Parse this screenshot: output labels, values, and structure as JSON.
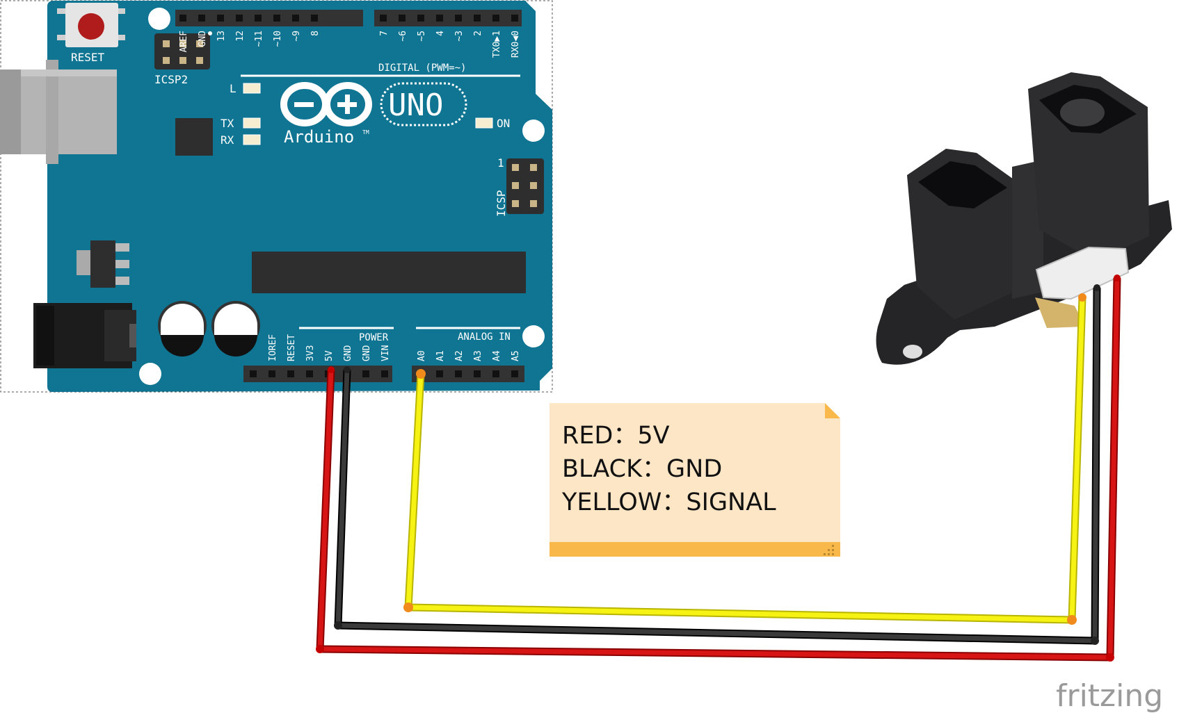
{
  "board": {
    "name": "Arduino",
    "trademark": "TM",
    "model": "UNO",
    "reset_label": "RESET",
    "icsp2_label": "ICSP2",
    "icsp_label": "ICSP",
    "icsp_pin1": "1",
    "digital_label": "DIGITAL (PWM=~)",
    "power_label": "POWER",
    "analog_label": "ANALOG IN",
    "led_l": "L",
    "led_tx": "TX",
    "led_rx": "RX",
    "led_on": "ON",
    "digital_pins_left": [
      "AREF",
      "GND",
      "13",
      "12",
      "~11",
      "~10",
      "~9",
      "8"
    ],
    "digital_pins_right": [
      "7",
      "~6",
      "~5",
      "4",
      "~3",
      "2",
      "TX0▶1",
      "RX0◀0"
    ],
    "power_pins": [
      "",
      "IOREF",
      "RESET",
      "3V3",
      "5V",
      "GND",
      "GND",
      "VIN"
    ],
    "analog_pins": [
      "A0",
      "A1",
      "A2",
      "A3",
      "A4",
      "A5"
    ]
  },
  "note": {
    "lines": [
      "RED：5V",
      "BLACK：GND",
      "YELLOW：SIGNAL"
    ]
  },
  "wires": [
    {
      "name": "red-wire",
      "color": "#cc1111",
      "connects": "5V"
    },
    {
      "name": "black-wire",
      "color": "#222222",
      "connects": "GND"
    },
    {
      "name": "yellow-wire",
      "color": "#f2ee10",
      "connects": "A0"
    }
  ],
  "colors": {
    "board": "#107593",
    "note_body": "#fde6c6",
    "note_bar": "#f9b84a"
  },
  "watermark": "fritzing"
}
